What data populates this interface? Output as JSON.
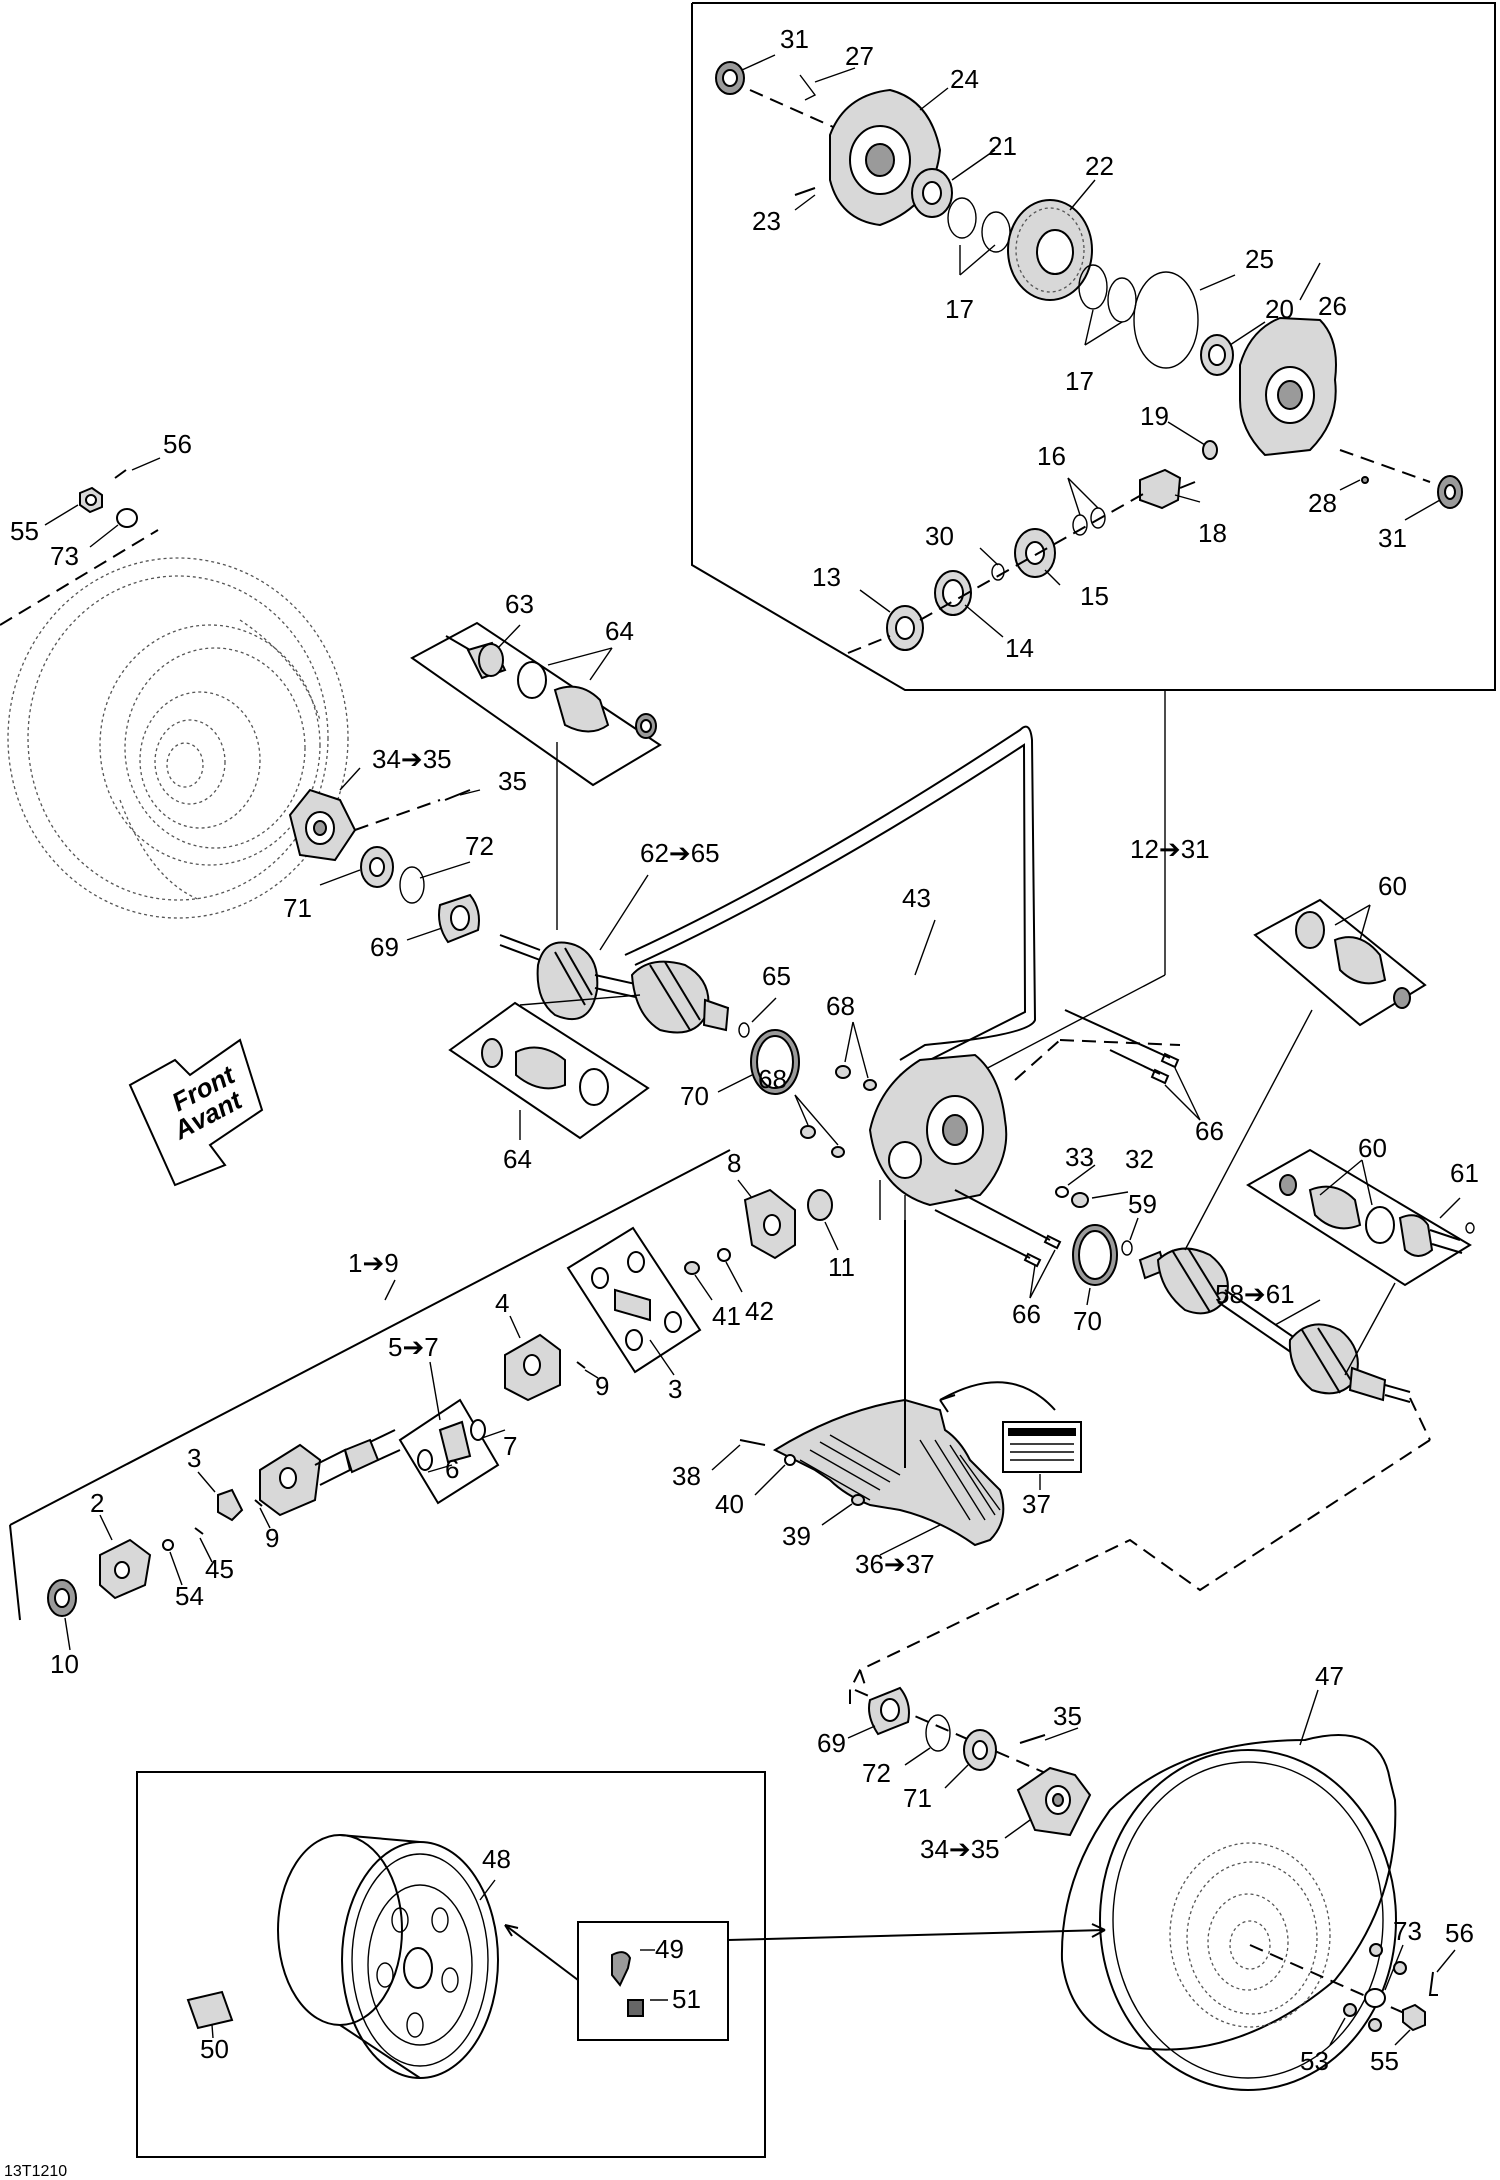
{
  "labels": {
    "l1_9": "1➔9",
    "l2": "2",
    "l3a": "3",
    "l3b": "3",
    "l4": "4",
    "l5_7": "5➔7",
    "l6": "6",
    "l7": "7",
    "l8": "8",
    "l9a": "9",
    "l9b": "9",
    "l10": "10",
    "l11": "11",
    "l12_31": "12➔31",
    "l13": "13",
    "l14": "14",
    "l15": "15",
    "l16": "16",
    "l17a": "17",
    "l17b": "17",
    "l18": "18",
    "l19": "19",
    "l20": "20",
    "l21": "21",
    "l22": "22",
    "l23": "23",
    "l24": "24",
    "l25": "25",
    "l26": "26",
    "l27": "27",
    "l28": "28",
    "l30": "30",
    "l31a": "31",
    "l31b": "31",
    "l32": "32",
    "l33": "33",
    "l34_35a": "34➔35",
    "l34_35b": "34➔35",
    "l35a": "35",
    "l35b": "35",
    "l36_37": "36➔37",
    "l37": "37",
    "l38": "38",
    "l39": "39",
    "l40": "40",
    "l41": "41",
    "l42": "42",
    "l43": "43",
    "l45": "45",
    "l47": "47",
    "l48": "48",
    "l49": "49",
    "l50": "50",
    "l51": "51",
    "l53": "53",
    "l54": "54",
    "l55a": "55",
    "l55b": "55",
    "l56a": "56",
    "l56b": "56",
    "l58_61": "58➔61",
    "l59": "59",
    "l60a": "60",
    "l60b": "60",
    "l61": "61",
    "l62_65": "62➔65",
    "l63": "63",
    "l64a": "64",
    "l64b": "64",
    "l65": "65",
    "l66a": "66",
    "l66b": "66",
    "l68a": "68",
    "l68b": "68",
    "l69a": "69",
    "l69b": "69",
    "l70a": "70",
    "l70b": "70",
    "l71a": "71",
    "l71b": "71",
    "l72a": "72",
    "l72b": "72",
    "l73a": "73",
    "l73b": "73"
  },
  "direction_sign": {
    "line1": "Front",
    "line2": "Avant"
  },
  "drawing_code": "13T1210"
}
